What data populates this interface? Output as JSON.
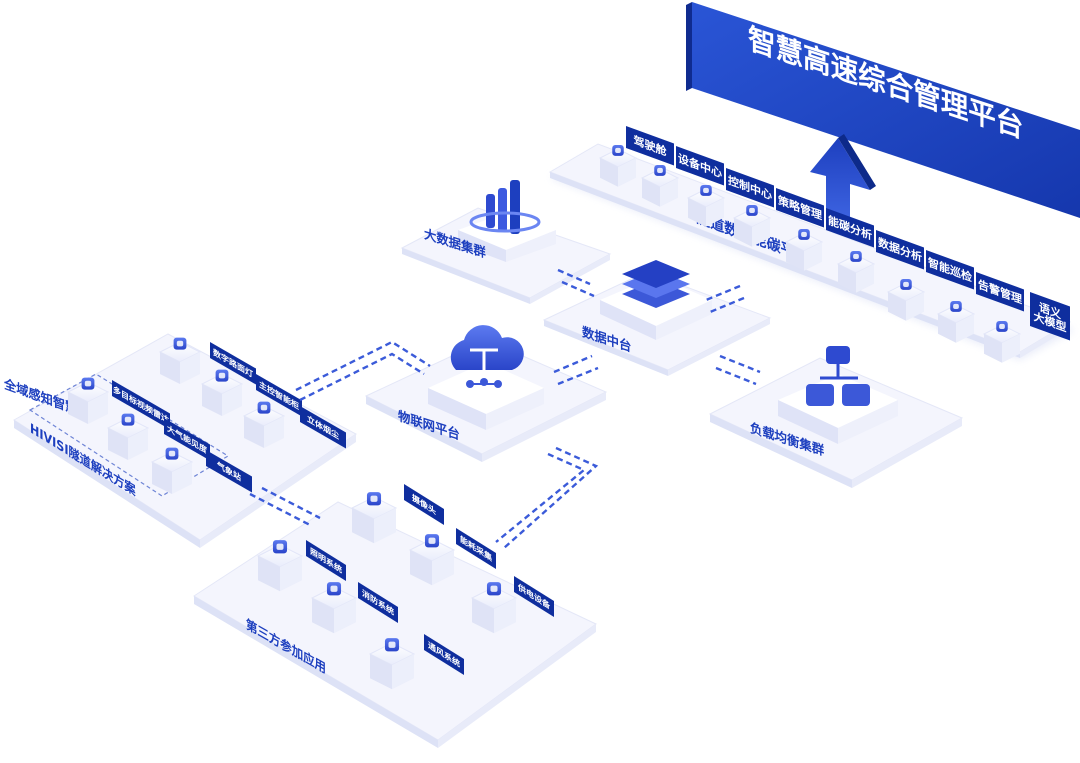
{
  "title": "智慧高速综合管理平台",
  "platforms": {
    "tunnel": "隧道数字能碳平台",
    "datacenter": "数据中台",
    "bigdata": "大数据集群",
    "iot": "物联网平台",
    "loadbalance": "负载均衡集群",
    "sensing": "全域感知智慧杆",
    "hivisi": "HIVISI隧道解决方案",
    "thirdparty": "第三方参加应用"
  },
  "tunnel_tabs": [
    "驾驶舱",
    "设备中心",
    "控制中心",
    "策略管理",
    "能碳分析",
    "数据分析",
    "智能巡检",
    "告警管理",
    "语义\n大模型"
  ],
  "sensing_labels": [
    "数字路面灯",
    "主控智能柜",
    "立体烟尘",
    "多目标视频雷达",
    "大气能见度",
    "气象站"
  ],
  "third_labels": [
    "摄像头",
    "照明系统",
    "能耗采集",
    "消防系统",
    "供电设备",
    "通风系统"
  ],
  "colors": {
    "primary": "#1d3fbf",
    "banner": "#1e44c2",
    "platform": "#f3f4fd",
    "label": "#0d2a9a",
    "arrow": "#3b5bd9"
  }
}
